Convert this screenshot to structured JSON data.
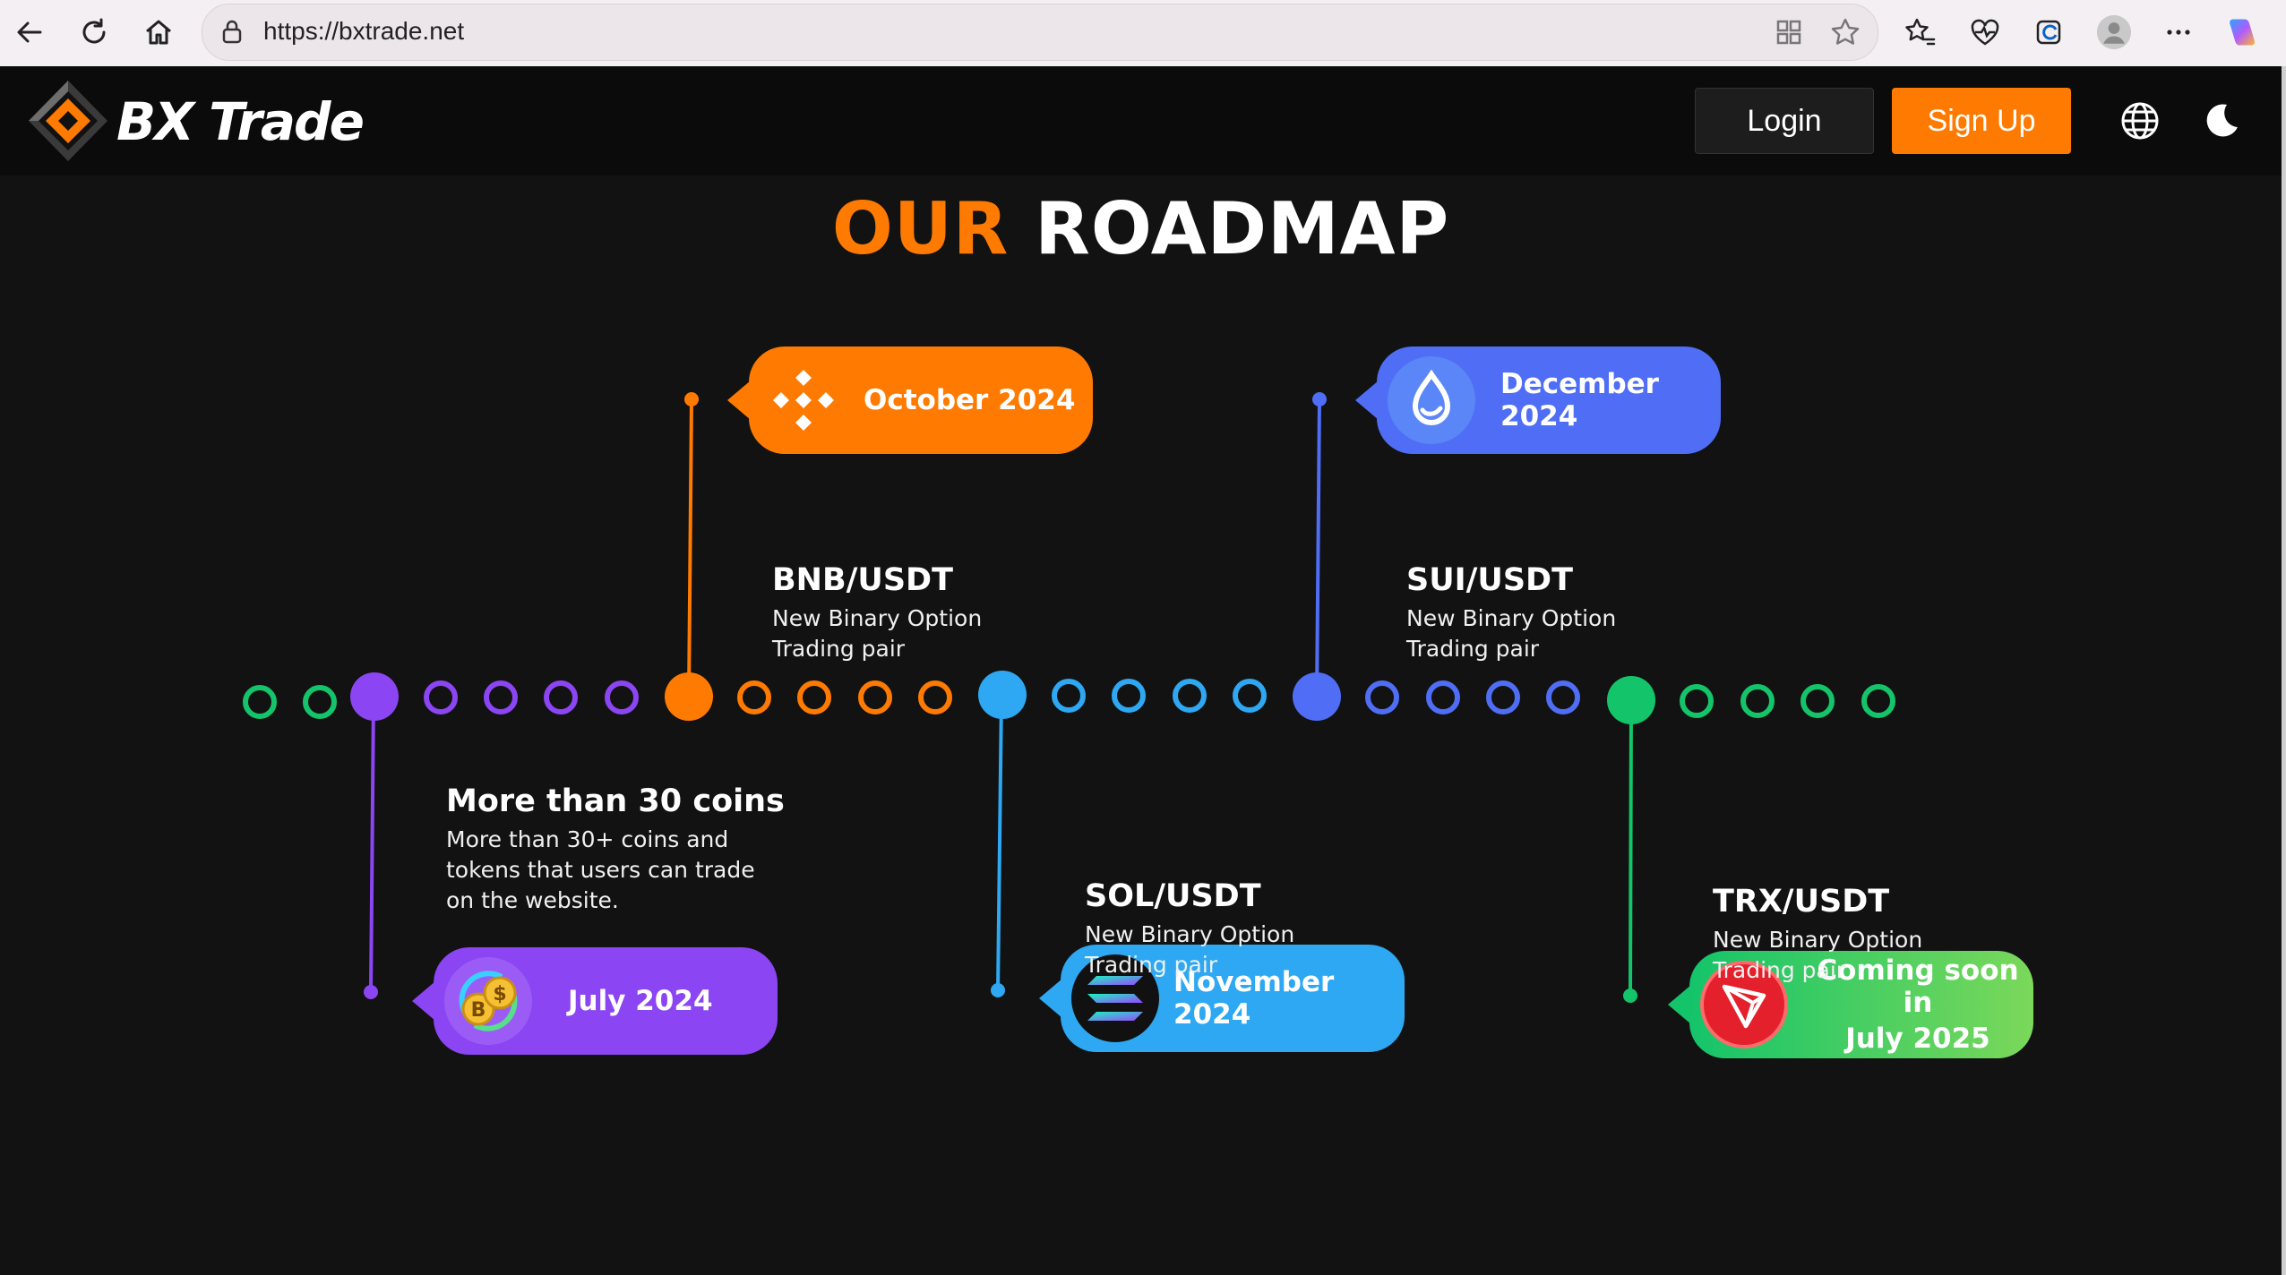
{
  "browser": {
    "url": "https://bxtrade.net",
    "icons": [
      "back-icon",
      "refresh-icon",
      "home-icon",
      "site-info-icon",
      "extensions-icon",
      "favorite-icon",
      "favorites-icon",
      "health-icon",
      "collections-icon",
      "profile-icon",
      "more-icon",
      "copilot-icon"
    ]
  },
  "header": {
    "brand": "BX Trade",
    "login_label": "Login",
    "signup_label": "Sign Up",
    "icons": [
      "globe-icon",
      "moon-icon"
    ],
    "accent": "#ff7a00"
  },
  "roadmap": {
    "title_part1": "OUR",
    "title_part2": "ROADMAP",
    "milestones": [
      {
        "date": "July 2024",
        "heading": "More than 30 coins",
        "lines": [
          "More than 30+ coins and",
          "tokens that users can trade",
          "on the website."
        ],
        "color": "#8b45f2",
        "icon": "coins-icon"
      },
      {
        "date": "October 2024",
        "heading": "BNB/USDT",
        "lines": [
          "New Binary Option",
          "Trading pair"
        ],
        "color": "#ff7a00",
        "icon": "bnb-icon"
      },
      {
        "date": "November 2024",
        "heading": "SOL/USDT",
        "lines": [
          "New Binary Option",
          "Trading pair"
        ],
        "color": "#2ea8f2",
        "icon": "solana-icon"
      },
      {
        "date": "December 2024",
        "heading": "SUI/USDT",
        "lines": [
          "New Binary Option",
          "Trading pair"
        ],
        "color": "#4f6ef5",
        "icon": "sui-icon"
      },
      {
        "date_line1": "Coming soon in",
        "date_line2": "July 2025",
        "heading": "TRX/USDT",
        "lines": [
          "New Binary Option",
          "Trading pair"
        ],
        "color": "#14c46a",
        "icon": "tron-icon"
      }
    ]
  }
}
